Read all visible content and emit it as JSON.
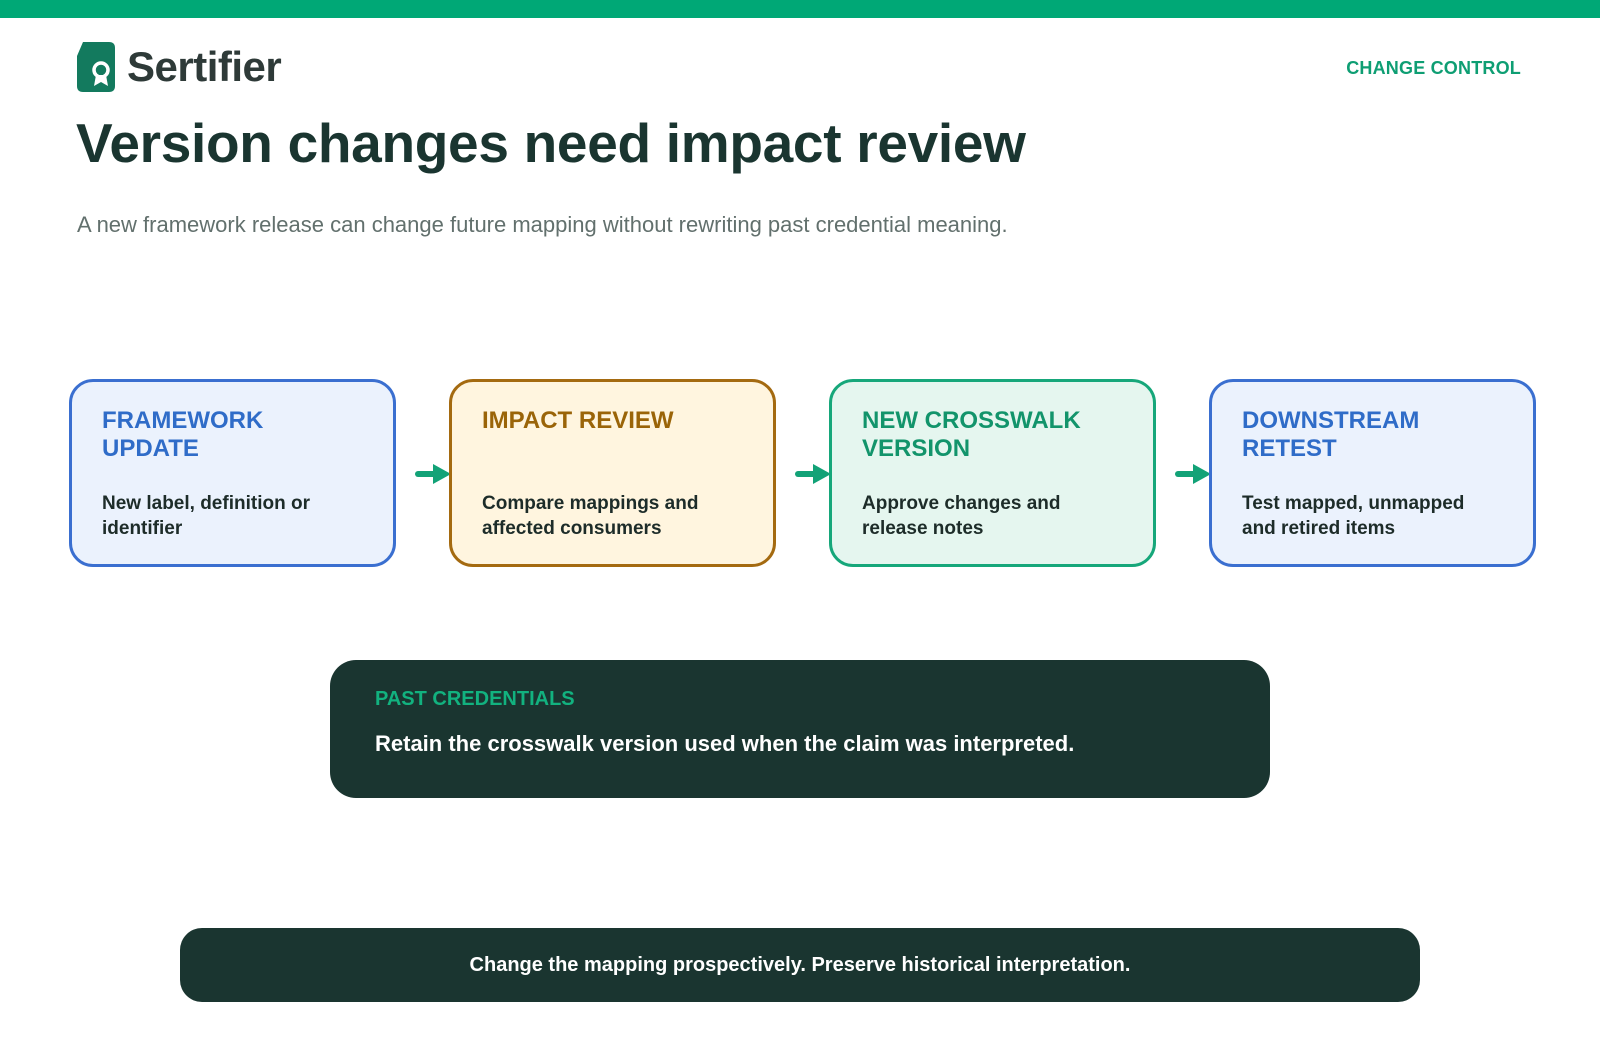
{
  "brand": {
    "name": "Sertifier",
    "logo_icon": "certificate-badge-icon",
    "color": "#00a876"
  },
  "header": {
    "tag": "CHANGE CONTROL",
    "title": "Version changes need impact review",
    "subtitle": "A new framework release can change future mapping without rewriting past credential meaning."
  },
  "flow": {
    "steps": [
      {
        "title": "FRAMEWORK UPDATE",
        "description": "New label, definition or identifier",
        "color": "#3a6fd0"
      },
      {
        "title": "IMPACT REVIEW",
        "description": "Compare mappings and affected consumers",
        "color": "#a46a10"
      },
      {
        "title": "NEW CROSSWALK VERSION",
        "description": "Approve changes and release notes",
        "color": "#16a77a"
      },
      {
        "title": "DOWNSTREAM RETEST",
        "description": "Test mapped, unmapped and retired items",
        "color": "#3a6fd0"
      }
    ],
    "connector_icon": "arrow-right-icon"
  },
  "callout": {
    "label": "PAST CREDENTIALS",
    "text": "Retain the crosswalk version used when the claim was interpreted."
  },
  "footer": {
    "text": "Change the mapping prospectively. Preserve historical interpretation."
  }
}
